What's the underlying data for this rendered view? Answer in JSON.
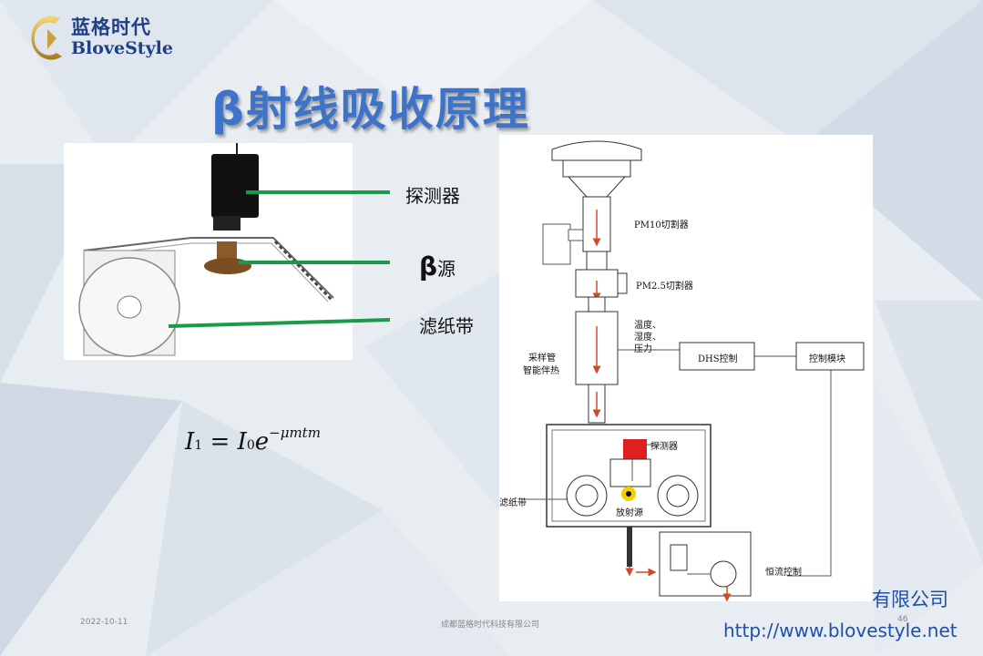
{
  "logo": {
    "cn": "蓝格时代",
    "en": "BloveStyle"
  },
  "title": "β射线吸收原理",
  "left_panel": {
    "detector": "探测器",
    "beta_symbol": "β",
    "beta_source": "源",
    "filter_tape": "滤纸带"
  },
  "formula": {
    "lhs": "I",
    "lhs_sub": "1",
    "eq": "=",
    "rhs": "I",
    "rhs_sub": "0",
    "base": "e",
    "exponent": "−μmtm"
  },
  "diagram": {
    "pm10": "PM10切割器",
    "pm25": "PM2.5切割器",
    "temp": "温度、",
    "humid": "湿度、",
    "pressure": "压力",
    "dhs": "DHS控制",
    "control": "控制模块",
    "sample_tube_1": "采样管",
    "sample_tube_2": "智能伴热",
    "detector": "探测器",
    "filter": "滤纸带",
    "source": "放射源",
    "flow": "恒流控制"
  },
  "footer": {
    "date": "2022-10-11",
    "company_small": "成都蓝格时代科技有限公司",
    "page": "46",
    "company_big": "有限公司",
    "url": "http://www.blovestyle.net"
  },
  "colors": {
    "title": "#3e73c8",
    "leader_line": "#1a9a4a",
    "arrow": "#d04a2a",
    "accent_blue": "#1f4fa8"
  }
}
